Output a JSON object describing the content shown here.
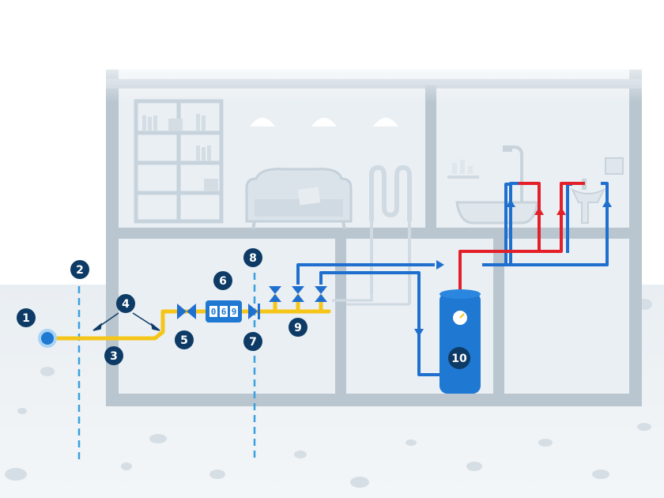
{
  "colors": {
    "marker": "#0d3b66",
    "supply_pipe": "#f5c518",
    "cold_water": "#1f6fcf",
    "hot_water": "#e3202a",
    "heater": "#1f78d1",
    "boundary": "#3aa0e0",
    "walls": "#b8c7d2"
  },
  "markers": [
    {
      "label": "1"
    },
    {
      "label": "2"
    },
    {
      "label": "3"
    },
    {
      "label": "4"
    },
    {
      "label": "5"
    },
    {
      "label": "6"
    },
    {
      "label": "7"
    },
    {
      "label": "8"
    },
    {
      "label": "9"
    },
    {
      "label": "10"
    }
  ],
  "meter": {
    "d1": "0",
    "d2": "6",
    "d3": "9"
  }
}
